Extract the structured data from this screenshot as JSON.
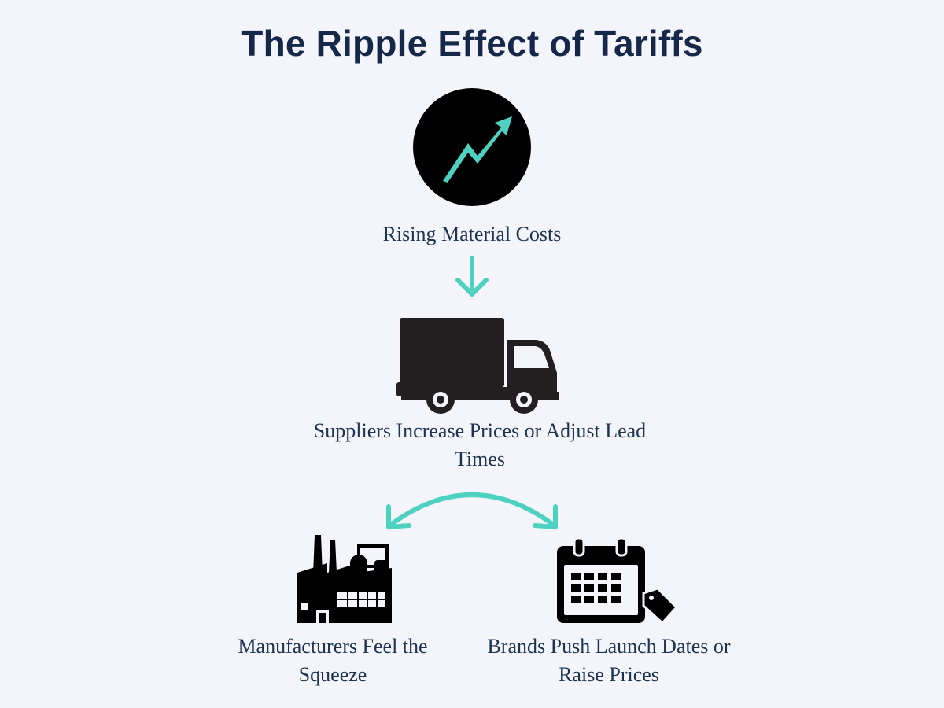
{
  "title": "The Ripple Effect of Tariffs",
  "steps": [
    {
      "label": "Rising Material Costs",
      "icon": "trending-up-icon"
    },
    {
      "label": "Suppliers Increase Prices or Adjust Lead Times",
      "icon": "truck-icon"
    },
    {
      "label": "Manufacturers Feel the Squeeze",
      "icon": "factory-icon"
    },
    {
      "label": "Brands Push Launch Dates or Raise Prices",
      "icon": "calendar-tag-icon"
    }
  ],
  "colors": {
    "background": "#f3f5fb",
    "title": "#16284a",
    "text": "#1e3350",
    "accent": "#4fd1c1",
    "icon": "#231f20"
  }
}
